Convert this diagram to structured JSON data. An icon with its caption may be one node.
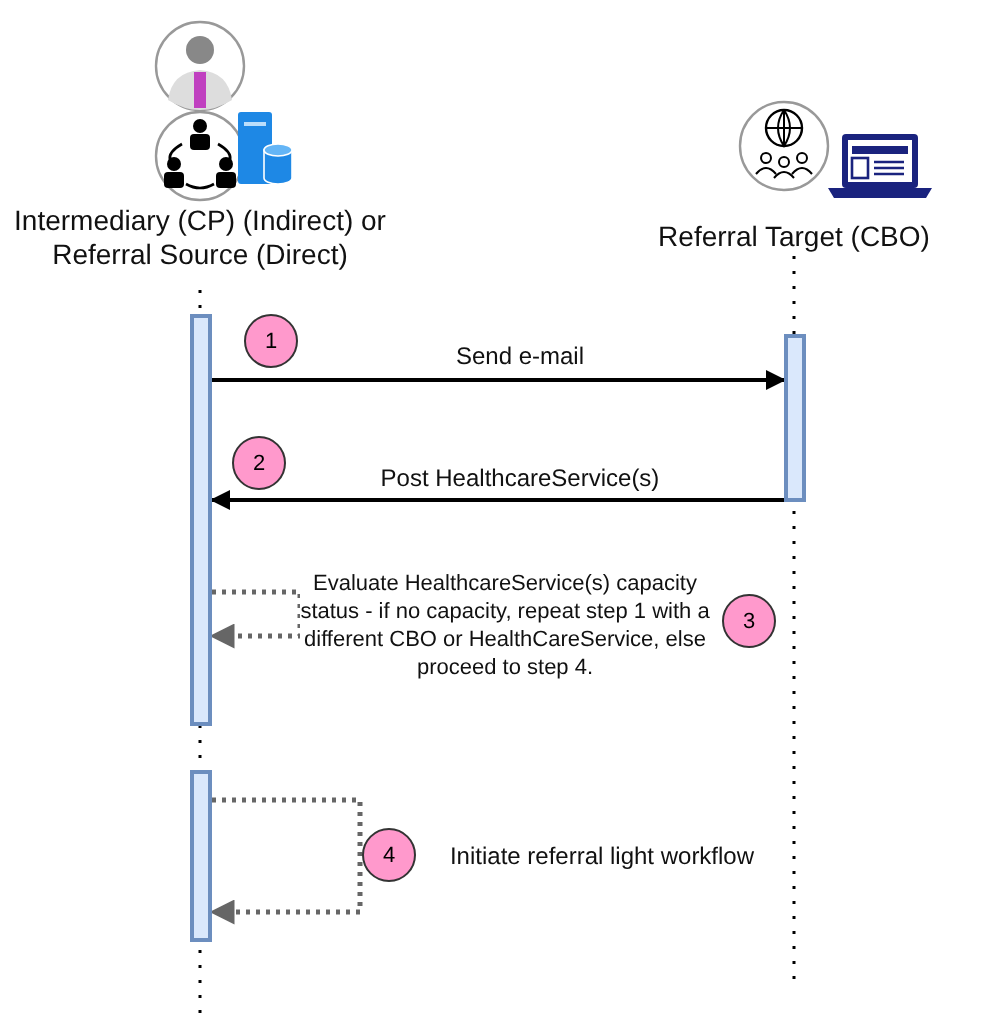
{
  "diagram": {
    "nodes": [
      {
        "text": [
          "Intermediary (CP) (Indirect) or Referral Source (Direct)"
        ]
      },
      {
        "text": [
          "Referral Target (CBO)"
        ]
      },
      {
        "text": [],
        "shape": "bar"
      },
      {
        "text": [
          "1"
        ]
      },
      {
        "text": [],
        "shape": "bar"
      },
      {
        "text": [
          "2"
        ]
      },
      {
        "text": [
          "3"
        ]
      },
      {
        "text": [],
        "shape": "bar"
      },
      {
        "text": [
          "4"
        ]
      }
    ],
    "edges": [
      {
        "from": 2,
        "to": 4,
        "arrow": "to",
        "label": "Send e-mail"
      },
      {
        "from": 4,
        "to": 2,
        "arrow": "to",
        "label": "Post HealthcareService(s)"
      },
      {
        "from": 2,
        "to": 2,
        "arrow": "to",
        "label": "Evaluate HealthcareService(s) capacity status - if no capacity, repeat step 1 with a different CBO or HealthCareService, else proceed to step 4.",
        "style": "dashed",
        "color": "#666666"
      },
      {
        "from": 7,
        "to": 7,
        "arrow": "to",
        "label": "Initiate referral light workflow",
        "style": "dashed",
        "color": "#666666"
      }
    ]
  }
}
